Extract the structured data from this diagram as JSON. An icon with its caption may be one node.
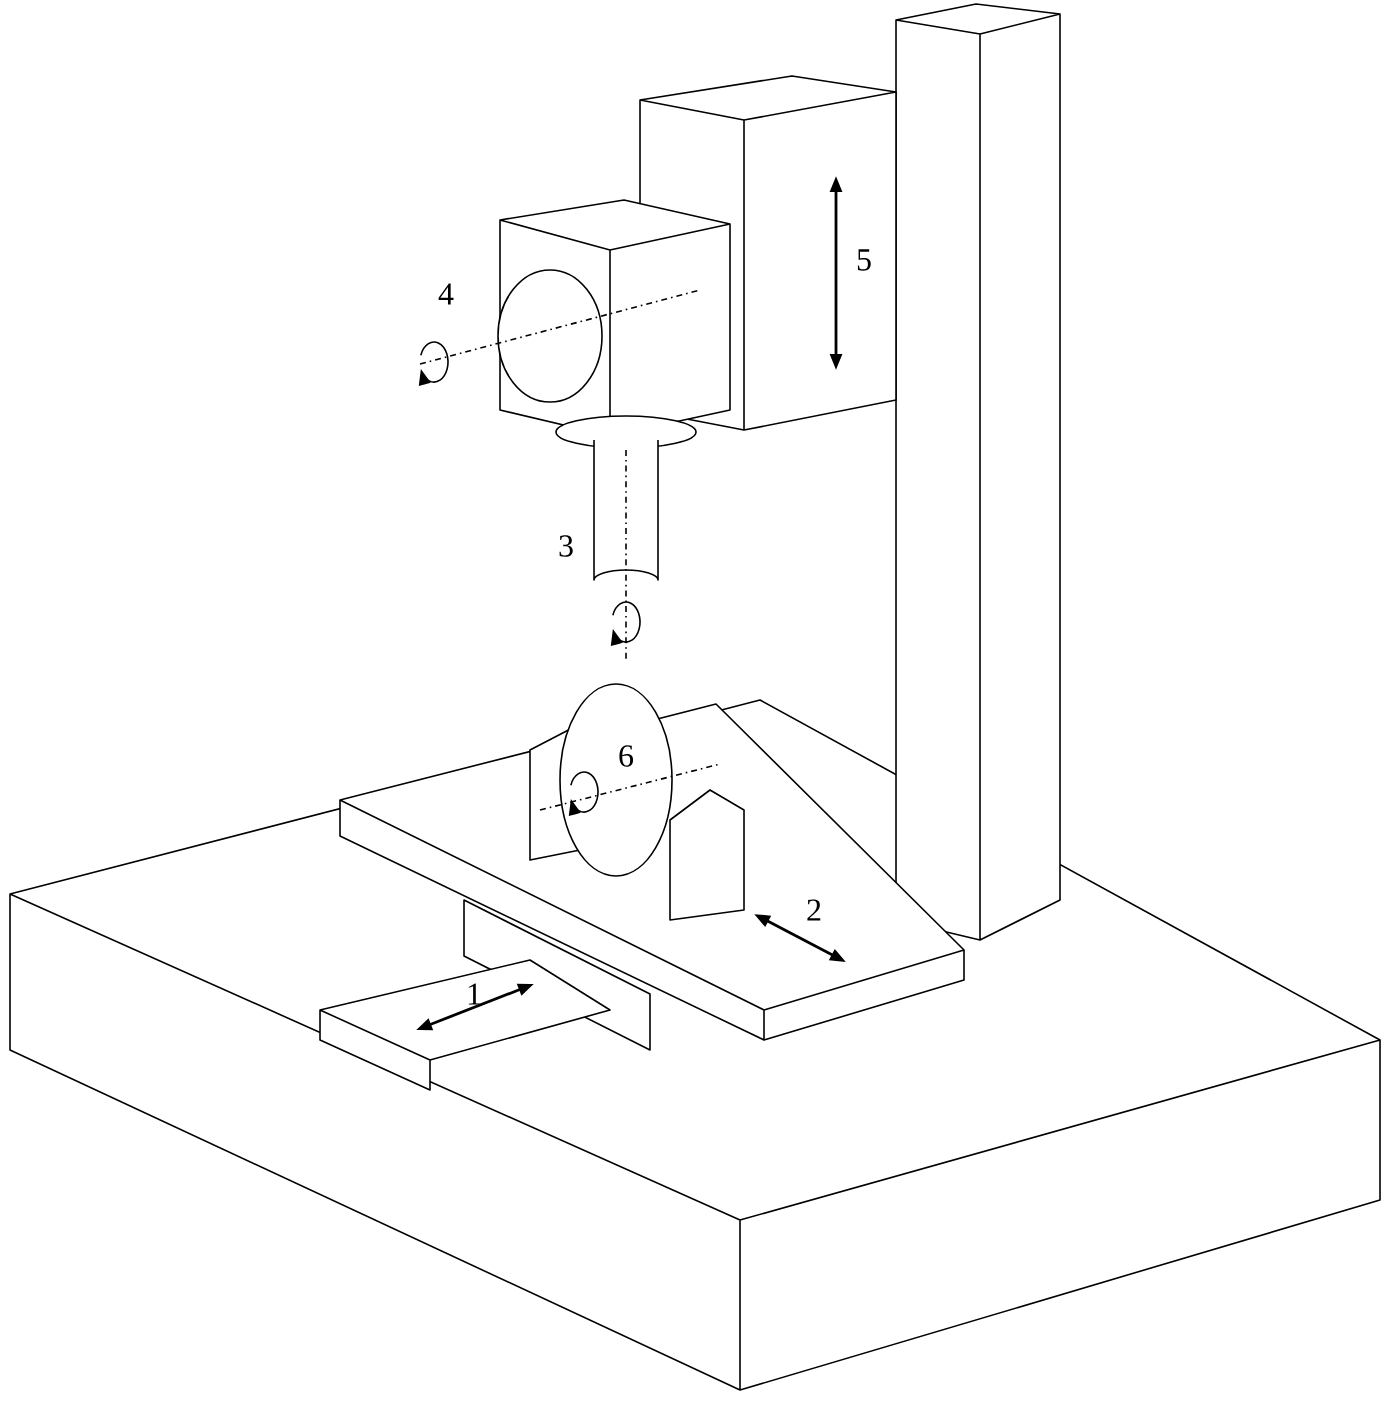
{
  "diagram": {
    "labels": [
      "5",
      "4",
      "3",
      "6",
      "2",
      "1"
    ]
  }
}
